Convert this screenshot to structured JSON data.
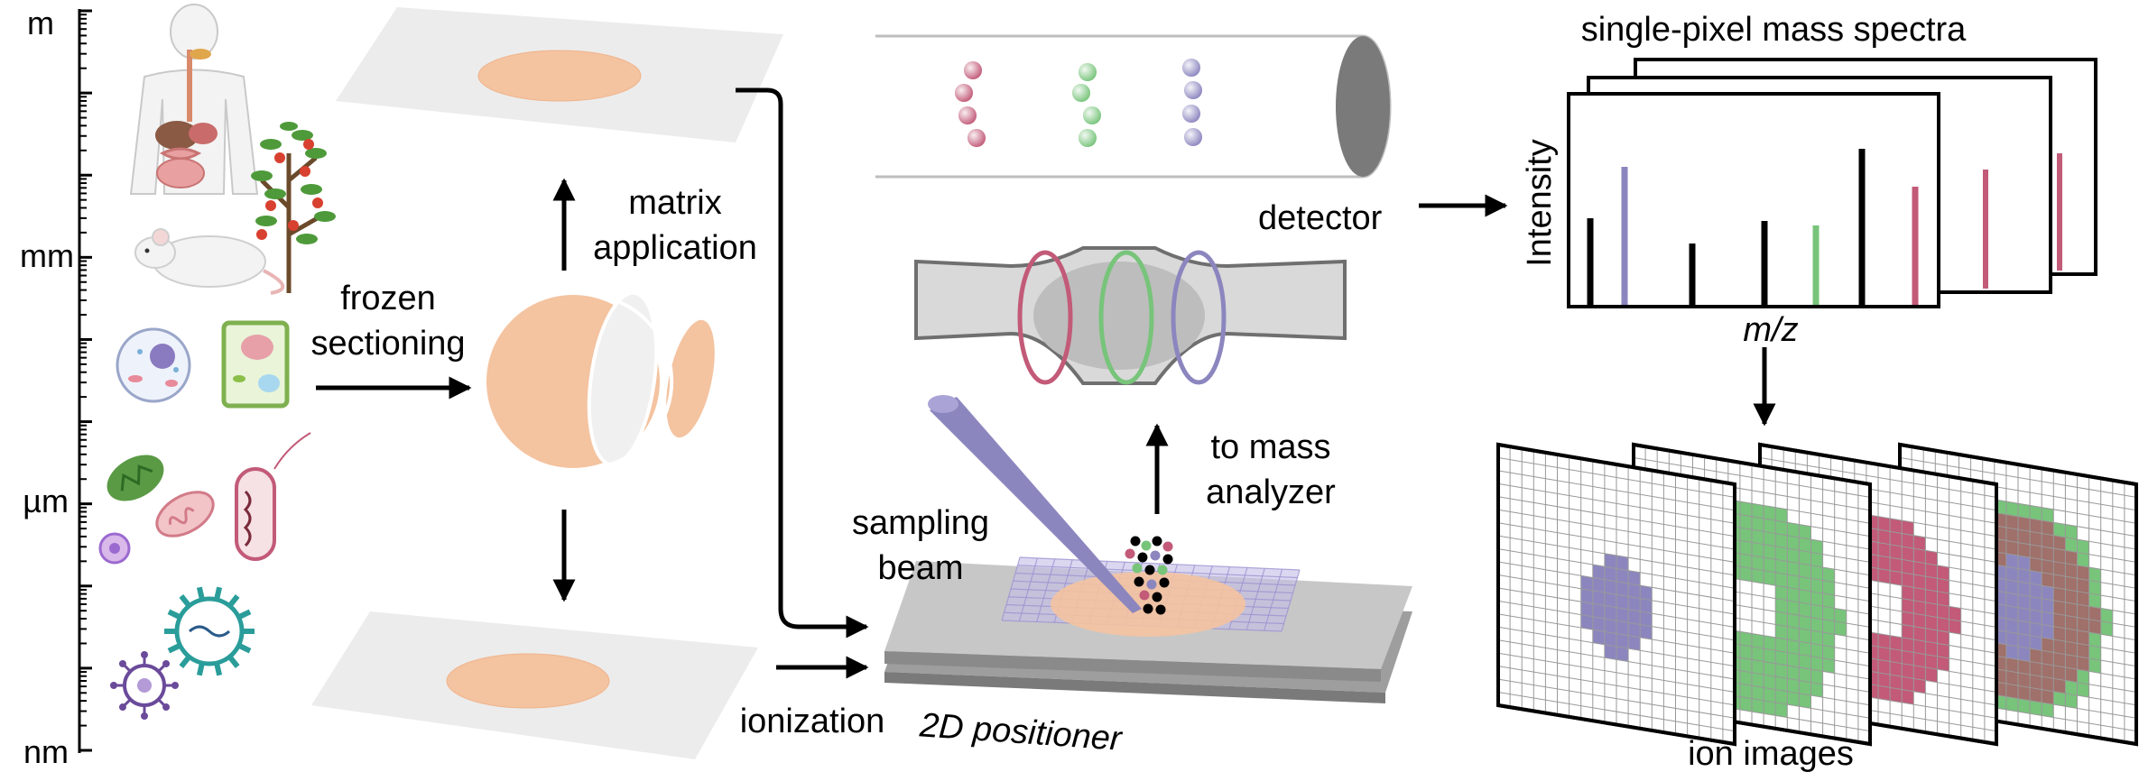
{
  "scale": {
    "labels": [
      "m",
      "mm",
      "µm",
      "nm"
    ]
  },
  "steps": {
    "frozen_sectioning": [
      "frozen",
      "sectioning"
    ],
    "matrix_application": [
      "matrix",
      "application"
    ],
    "ionization": "ionization",
    "positioner": "2D positioner",
    "sampling_beam": [
      "sampling",
      "beam"
    ],
    "to_mass_analyzer": [
      "to mass",
      "analyzer"
    ],
    "detector": "detector"
  },
  "spectra": {
    "title": "single-pixel mass spectra",
    "ylabel": "Intensity",
    "xlabel": "m/z"
  },
  "ion_images": {
    "label": "ion images"
  },
  "colors": {
    "tissue": "#f4c3a0",
    "tissue_dark": "#efb48c",
    "purple": "#8c86bf",
    "green": "#77c47a",
    "red": "#c25a78",
    "grid_line": "#999999",
    "slide": "#ececec",
    "tube": "#d9d9d9"
  }
}
